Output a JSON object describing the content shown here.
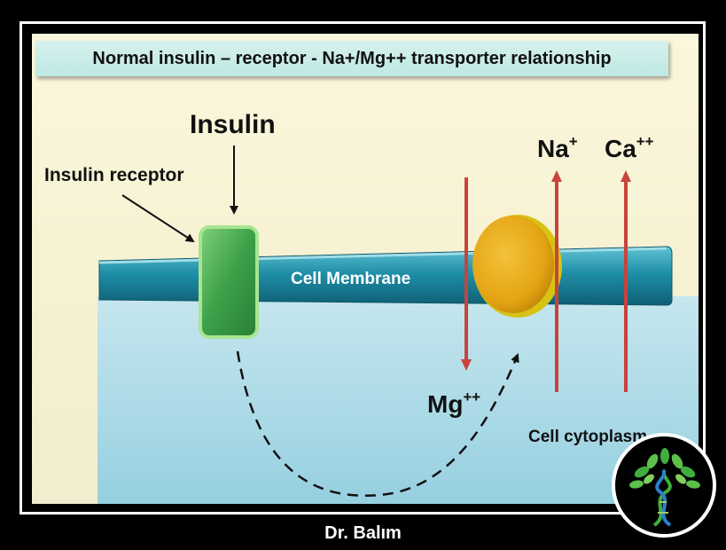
{
  "title": "Normal insulin – receptor -  Na+/Mg++ transporter relationship",
  "labels": {
    "insulin": "Insulin",
    "insulin_receptor": "Insulin receptor",
    "cell_membrane": "Cell Membrane",
    "na": "Na",
    "na_charge": "+",
    "ca": "Ca",
    "ca_charge": "++",
    "mg": "Mg",
    "mg_charge": "++",
    "cell_cytoplasm": "Cell cytoplasm"
  },
  "author": "Dr. Balım",
  "colors": {
    "membrane": "#1f8fa8",
    "receptor": "#3aa048",
    "transporter": "#e3a413",
    "ion_arrow": "#c8433c",
    "cytoplasm": "#a9d9e6",
    "title_bar": "#c8ece7",
    "logo_leaves": "#3fae3c"
  },
  "icons": {
    "logo": "dna-tree-logo-icon"
  }
}
